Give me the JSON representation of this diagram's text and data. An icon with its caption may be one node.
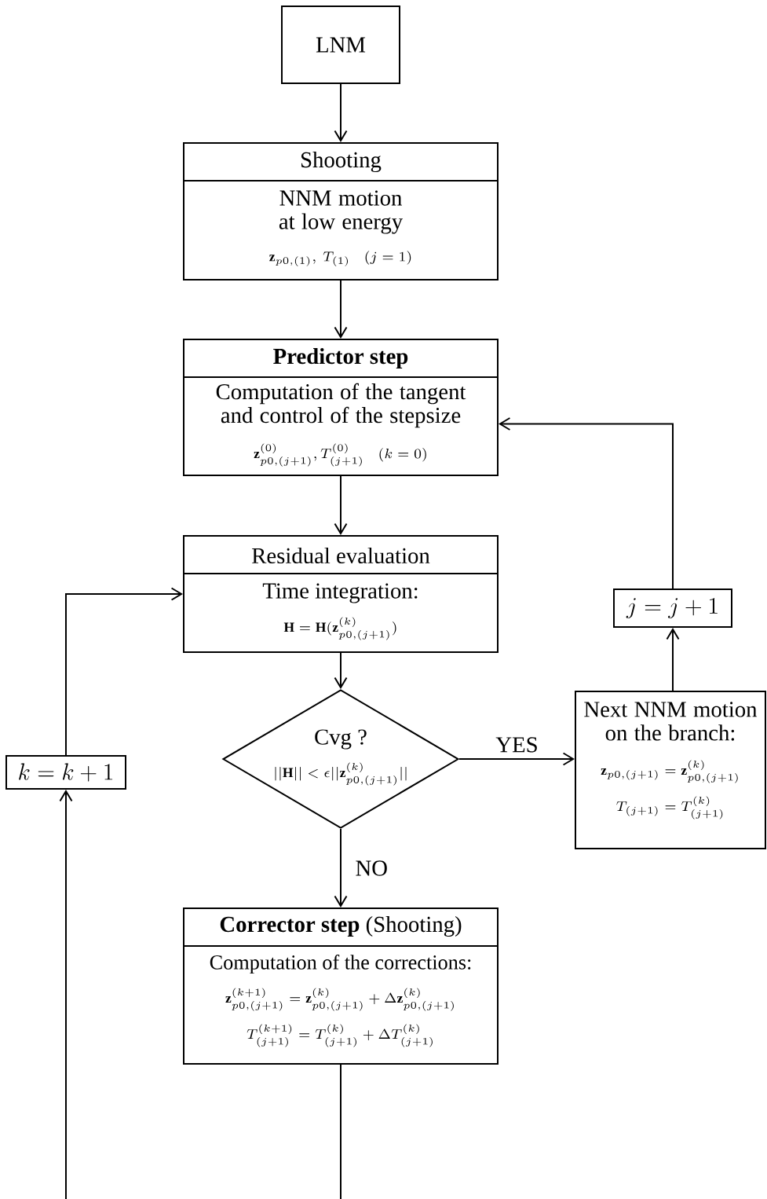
{
  "diagram": {
    "nodes": [
      {
        "text": [
          "LNM"
        ]
      },
      {
        "text": [
          "Shooting",
          "NNM motion at low energy",
          "\\mathbf{z}_{p0,(1)},\\ T_{(1)}\\quad (j=1)"
        ]
      },
      {
        "text": [
          "Predictor step",
          "Computation of the tangent and control of the stepsize",
          "\\mathbf{z}^{(0)}_{p0,(j+1)}, T^{(0)}_{(j+1)}\\quad (k=0)"
        ]
      },
      {
        "text": [
          "Residual evaluation",
          "Time integration:",
          "\\mathbf{H}=\\mathbf{H}(\\mathbf{z}^{(k)}_{p0,(j+1)})"
        ]
      },
      {
        "text": [
          "Cvg ?",
          "||\\mathbf{H}||<\\epsilon||\\mathbf{z}^{(k)}_{p0,(j+1)}||"
        ]
      },
      {
        "text": [
          "Next NNM motion on the branch:",
          "\\mathbf{z}_{p0,(j+1)}=\\mathbf{z}^{(k)}_{p0,(j+1)}",
          "T_{(j+1)}=T^{(k)}_{(j+1)}"
        ]
      },
      {
        "text": [
          "j=j+1"
        ]
      },
      {
        "text": [
          "**Corrector step** (Shooting)",
          "Computation of the corrections:",
          "\\mathbf{z}^{(k+1)}_{p0,(j+1)}=\\mathbf{z}^{(k)}_{p0,(j+1)}+\\Delta\\mathbf{z}^{(k)}_{p0,(j+1)}",
          "T^{(k+1)}_{(j+1)}=T^{(k)}_{(j+1)}+\\Delta T^{(k)}_{(j+1)}"
        ]
      },
      {
        "text": [
          "k=k+1"
        ]
      }
    ],
    "edges": [
      {
        "from": 0,
        "to": 1,
        "arrow": "to"
      },
      {
        "from": 1,
        "to": 2,
        "arrow": "to"
      },
      {
        "from": 2,
        "to": 3,
        "arrow": "to"
      },
      {
        "from": 3,
        "to": 4,
        "arrow": "to"
      },
      {
        "from": 4,
        "to": 5,
        "arrow": "to",
        "label": "YES"
      },
      {
        "from": 4,
        "to": 7,
        "arrow": "to",
        "label": "NO"
      },
      {
        "from": 5,
        "to": 6,
        "arrow": "to"
      },
      {
        "from": 6,
        "to": 2,
        "arrow": "to"
      },
      {
        "from": 8,
        "to": 3,
        "arrow": "to"
      },
      {
        "from": 7,
        "to": 8,
        "arrow": "to"
      }
    ]
  }
}
